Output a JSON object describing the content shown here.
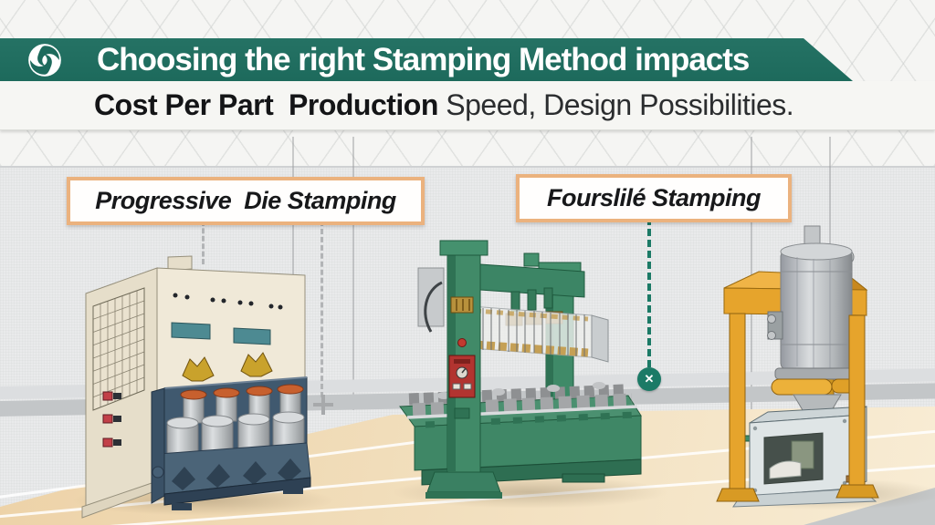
{
  "header": {
    "title": "Choosing the right Stamping Method impacts",
    "banner_color": "#1D6A5C",
    "logo_icon": "swirl-icon"
  },
  "subheader": {
    "emphasis": "Cost Per Part  Production",
    "rest": " Speed, Design Possibilities."
  },
  "method_labels": {
    "progressive": "Progressive  Die Stamping",
    "fourslide": "Fourslilé Stamping"
  },
  "connectors": {
    "fourslide_marker_glyph": "✕",
    "accent_color": "#1B7A66",
    "neutral_color": "#ABAEB0",
    "label_border_color": "#EBB27E"
  },
  "palette": {
    "wall": "#E9EAEB",
    "floor": "#F0DDBB",
    "machine_cream": "#EDE6D4",
    "machine_green": "#3F8A68",
    "machine_yellow": "#E4A42B",
    "machine_slate": "#4B6478"
  },
  "machines": [
    {
      "name": "progressive-die-press"
    },
    {
      "name": "gantry-stamping-press"
    },
    {
      "name": "fourslide-vertical-press"
    }
  ]
}
